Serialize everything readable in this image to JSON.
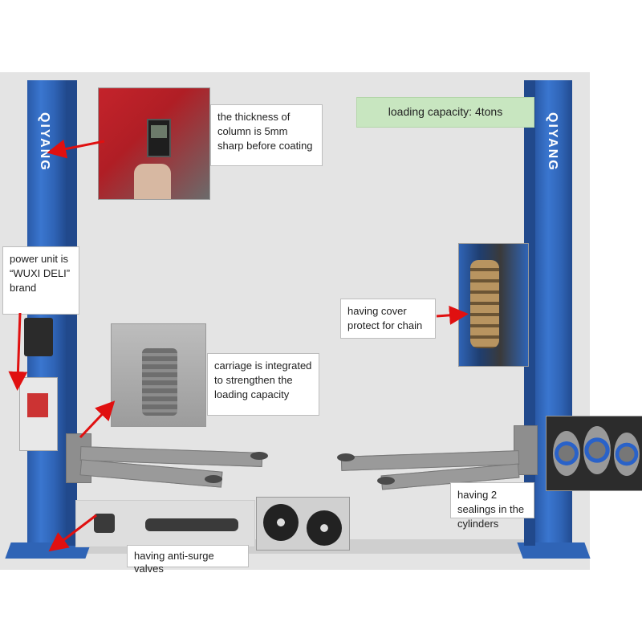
{
  "brand_left": "QIYANG",
  "brand_right": "QIYANG",
  "capacity_label": "loading capacity: 4tons",
  "notes": {
    "column": "the thickness of column is 5mm sharp before coating",
    "power_unit": "power unit is “WUXI DELI” brand",
    "chain": "having cover protect for chain",
    "carriage": "carriage is integrated to strengthen the loading capacity",
    "sealings": "having 2 sealings in the cylinders",
    "valves": "having anti-surge valves"
  },
  "colors": {
    "post_blue": "#2f64b6",
    "arrow_red": "#e01010",
    "capacity_bg": "#c8e6c0"
  }
}
